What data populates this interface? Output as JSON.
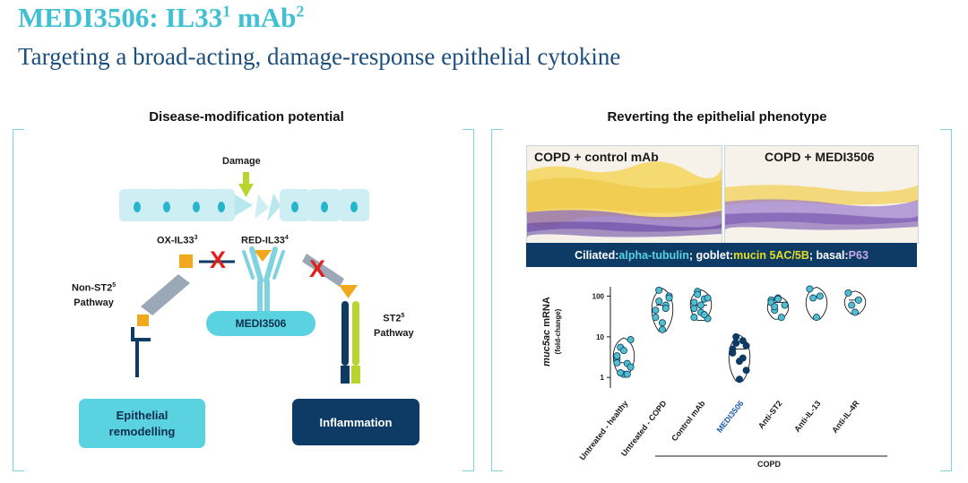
{
  "header": {
    "title_main": "MEDI3506: IL33",
    "title_sup1": "1",
    "title_mid": " mAb",
    "title_sup2": "2",
    "subtitle": "Targeting a broad-acting, damage-response epithelial cytokine"
  },
  "left_panel": {
    "heading": "Disease-modification potential",
    "damage": "Damage",
    "ox_il33": "OX-IL33",
    "ox_il33_sup": "3",
    "red_il33": "RED-IL33",
    "red_il33_sup": "4",
    "non_st2_line1": "Non-ST2",
    "non_st2_sup": "5",
    "non_st2_line2": "Pathway",
    "st2_line1": "ST2",
    "st2_sup": "5",
    "st2_line2": "Pathway",
    "antibody_label": "MEDI3506",
    "epithelial_line1": "Epithelial",
    "epithelial_line2": "remodelling",
    "inflammation": "Inflammation",
    "block_mark": "X"
  },
  "right_panel": {
    "heading": "Reverting the epithelial phenotype",
    "image_left_label": "COPD + control mAb",
    "image_right_label": "COPD + MEDI3506",
    "caption": {
      "ciliated_prefix": "Ciliated: ",
      "ciliated_marker": "alpha-tubulin",
      "goblet_prefix": "; goblet: ",
      "goblet_marker": "mucin 5AC/5B",
      "basal_prefix": "; basal: ",
      "basal_marker": "P63"
    }
  },
  "colors": {
    "title": "#3fc1d3",
    "subtitle": "#1d4f7c",
    "cyan": "#5ad2e0",
    "navy": "#0d3b66",
    "amber": "#f0a81c",
    "lime": "#b7d430",
    "red": "#e0201e",
    "point": "#4fbfcc",
    "point_highlight": "#0d3b66"
  },
  "chart_data": {
    "type": "scatter",
    "ylabel_italic": "muc5ac",
    "ylabel_rest": " mRNA",
    "ylabel_sub": "(fold-change)",
    "yscale": "log",
    "ylim": [
      0.55,
      170
    ],
    "yticks": [
      "1",
      "10",
      "100"
    ],
    "ytick_values": [
      1,
      10,
      100
    ],
    "group_label": "COPD",
    "grid": false,
    "categories": [
      "Untreated - healthy",
      "Untreated - COPD",
      "Control mAb",
      "MEDI3506",
      "Anti-ST2",
      "Anti-IL-13",
      "Anti-IL-4R"
    ],
    "highlight_category": "MEDI3506",
    "series": [
      {
        "values": [
          [
            2.8,
            5.5,
            1.2,
            2.2,
            1.8,
            3.4,
            1.3,
            4.6,
            1.2,
            8.5,
            2.3
          ]
        ]
      },
      {
        "values": [
          [
            45,
            140,
            22,
            60,
            100,
            30,
            75,
            15,
            50,
            90
          ]
        ]
      },
      {
        "values": [
          [
            50,
            130,
            40,
            85,
            28,
            70,
            110,
            60,
            35,
            90,
            30
          ]
        ]
      },
      {
        "values": [
          [
            4,
            7,
            2.5,
            8,
            1.5,
            5,
            10,
            0.9,
            3,
            6
          ]
        ]
      },
      {
        "values": [
          [
            80,
            45,
            90,
            30,
            60,
            70,
            55,
            85
          ]
        ]
      },
      {
        "values": [
          [
            150,
            90,
            30,
            100
          ]
        ]
      },
      {
        "values": [
          [
            120,
            60,
            40,
            80
          ]
        ]
      }
    ]
  }
}
